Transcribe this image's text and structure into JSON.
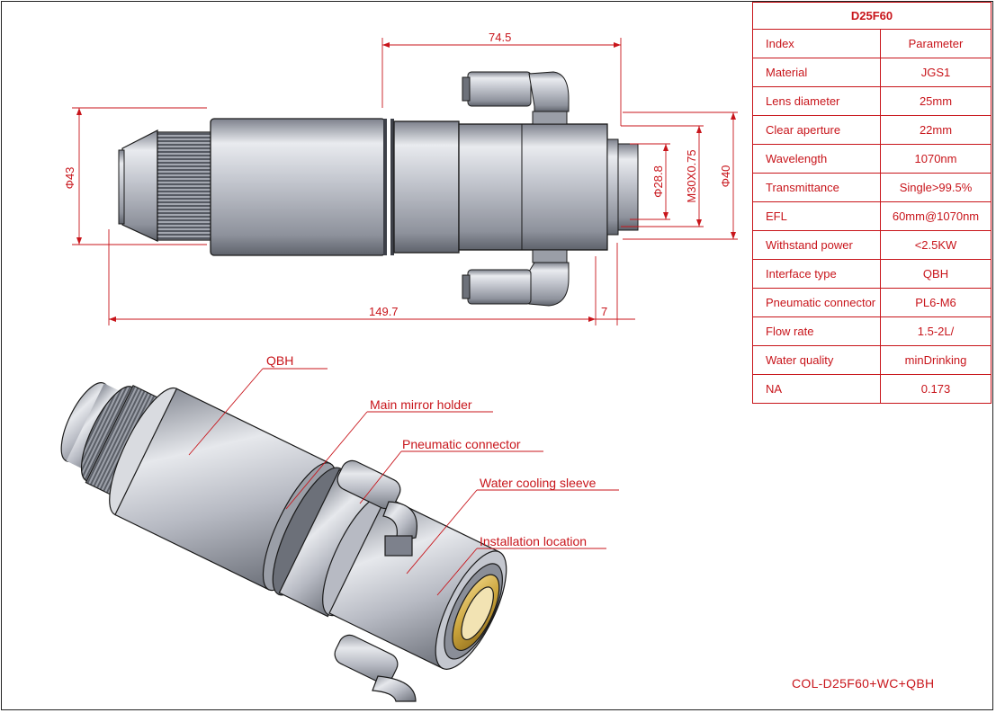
{
  "colors": {
    "accent": "#c8151b",
    "metal": "#c9ccd4",
    "outline": "#1a1a1a",
    "brass": "#c9a23a"
  },
  "table": {
    "title": "D25F60",
    "rows": [
      {
        "key": "Index",
        "value": "Parameter"
      },
      {
        "key": "Material",
        "value": "JGS1"
      },
      {
        "key": "Lens diameter",
        "value": "25mm"
      },
      {
        "key": "Clear aperture",
        "value": "22mm"
      },
      {
        "key": "Wavelength",
        "value": "1070nm"
      },
      {
        "key": "Transmittance",
        "value": "Single>99.5%"
      },
      {
        "key": "EFL",
        "value": "60mm@1070nm"
      },
      {
        "key": "Withstand power",
        "value": "<2.5KW"
      },
      {
        "key": "Interface type",
        "value": "QBH"
      },
      {
        "key": "Pneumatic connector",
        "value": "PL6-M6"
      },
      {
        "key": "Flow rate",
        "value": "1.5-2L/"
      },
      {
        "key": "Water quality",
        "value": "minDrinking"
      },
      {
        "key": "NA",
        "value": "0.173"
      }
    ]
  },
  "dimensions": {
    "top_length": "74.5",
    "overall_length": "149.7",
    "flange_length": "7",
    "diameter_left": "Φ43",
    "diameter_inner": "Φ28.8",
    "thread": "M30X0.75",
    "diameter_right": "Φ40"
  },
  "callouts": {
    "qbh": "QBH",
    "main_mirror_holder": "Main mirror holder",
    "pneumatic_connector": "Pneumatic connector",
    "water_cooling_sleeve": "Water cooling sleeve",
    "installation_location": "Installation location"
  },
  "drawing_number": "COL-D25F60+WC+QBH"
}
